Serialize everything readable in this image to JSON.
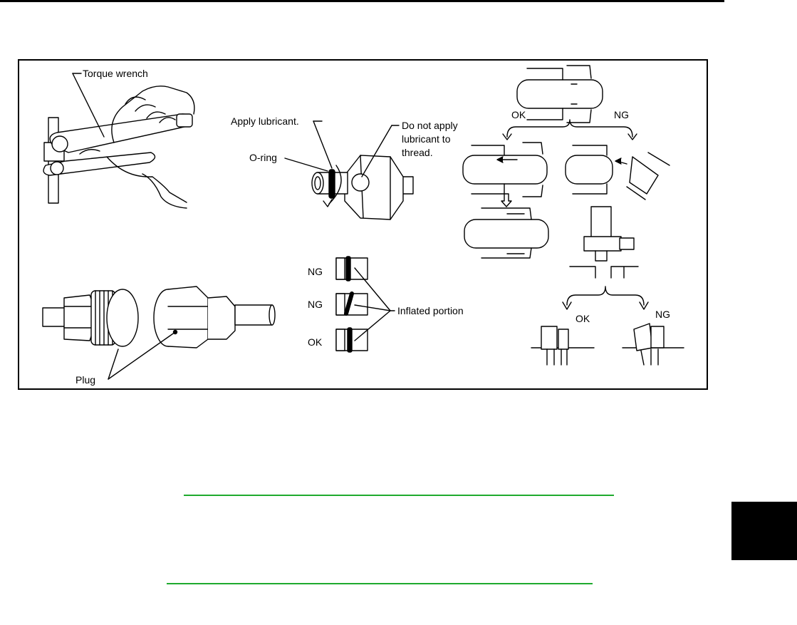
{
  "figure": {
    "labels": {
      "torque_wrench": "Torque wrench",
      "plug": "Plug",
      "apply_lubricant": "Apply lubricant.",
      "o_ring": "O-ring",
      "do_not_apply_1": "Do not apply",
      "do_not_apply_2": "lubricant to",
      "do_not_apply_3": "thread.",
      "ng_1": "NG",
      "ng_2": "NG",
      "ok_ring": "OK",
      "inflated_portion": "Inflated portion",
      "conn_ok": "OK",
      "conn_ng": "NG",
      "clamp_ok": "OK",
      "clamp_ng": "NG"
    }
  },
  "colors": {
    "link_line": "#1faa2e",
    "frame": "#000000"
  }
}
